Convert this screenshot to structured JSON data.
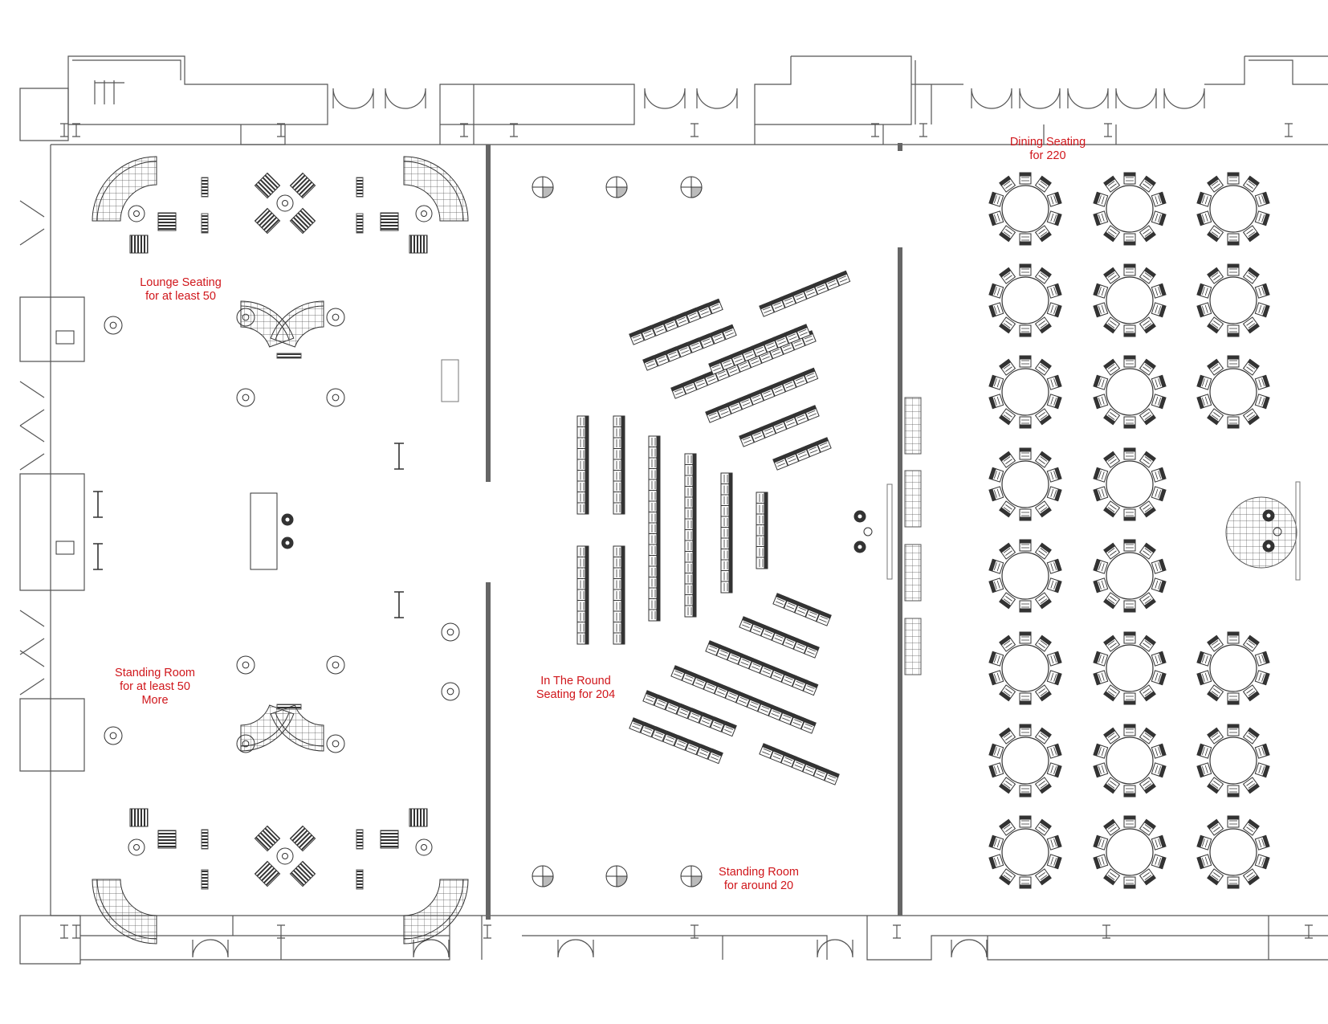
{
  "colors": {
    "wall": "#555555",
    "partition": "#666666",
    "furniture": "#333333",
    "label": "#d0161b",
    "background": "#ffffff"
  },
  "zones": [
    {
      "id": "lounge",
      "lines": [
        "Lounge Seating",
        "for at least 50"
      ]
    },
    {
      "id": "standing-left",
      "lines": [
        "Standing Room",
        "for at least 50",
        "More"
      ]
    },
    {
      "id": "in-the-round",
      "lines": [
        "In The Round",
        "Seating for 204"
      ]
    },
    {
      "id": "standing-center",
      "lines": [
        "Standing Room",
        "for around 20"
      ]
    },
    {
      "id": "dining",
      "lines": [
        "Dining Seating",
        "for 220"
      ]
    }
  ],
  "icons": [
    "curved-sofa-icon",
    "lounge-chair-icon",
    "side-table-icon",
    "column-icon",
    "partition-wall-icon",
    "theater-chair-icon",
    "round-table-icon",
    "stage-icon",
    "door-icon",
    "bar-counter-icon"
  ]
}
